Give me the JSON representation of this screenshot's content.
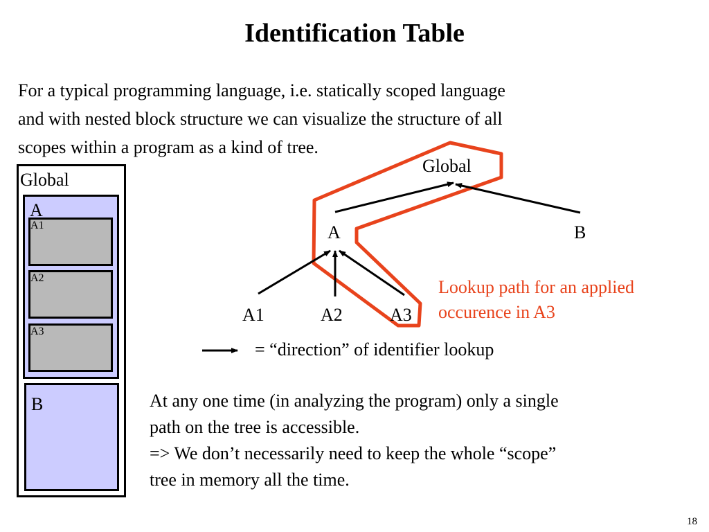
{
  "slide": {
    "title": "Identification Table",
    "intro_lines": [
      "For a typical programming language, i.e. statically scoped language",
      "and with nested block structure we can visualize the structure of all",
      "scopes within a program as a kind of tree."
    ],
    "page_number": "18"
  },
  "blocks": {
    "global": "Global",
    "a": "A",
    "a1": "A1",
    "a2": "A2",
    "a3": "A3",
    "b": "B"
  },
  "tree": {
    "root": "Global",
    "level1": [
      "A",
      "B"
    ],
    "level2": [
      "A1",
      "A2",
      "A3"
    ],
    "lookup_path_lines": [
      "Lookup path for an applied",
      "occurence in A3"
    ],
    "legend": "= “direction” of identifier lookup",
    "highlight_color": "#e8431c"
  },
  "notes": {
    "lines": [
      "At any one time (in analyzing the program) only a single",
      "path on the tree is accessible.",
      "=> We don’t necessarily need to keep the whole “scope”",
      "tree in memory all the time."
    ]
  }
}
